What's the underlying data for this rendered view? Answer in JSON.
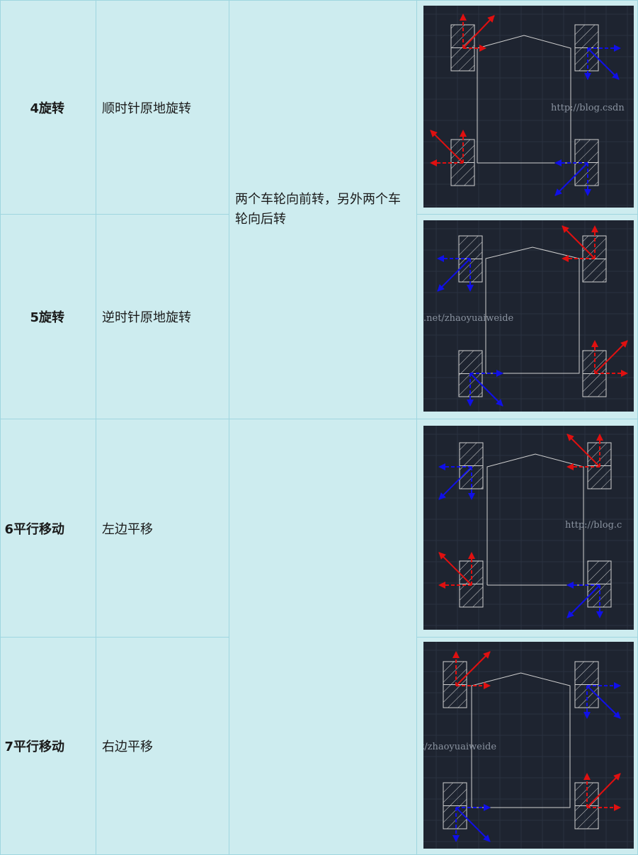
{
  "rows": [
    {
      "mode": "4旋转",
      "description": "顺时针原地旋转",
      "diagram": {
        "icon": "clockwise-rotation-wheel-diagram",
        "watermark": "http://blog.csdn"
      }
    },
    {
      "mode": "5旋转",
      "description": "逆时针原地旋转",
      "diagram": {
        "icon": "counterclockwise-rotation-wheel-diagram",
        "watermark": ".net/zhaoyuaiweide"
      }
    },
    {
      "mode": "6平行移动",
      "description": "左边平移",
      "diagram": {
        "icon": "left-translation-wheel-diagram",
        "watermark": "http://blog.c"
      }
    },
    {
      "mode": "7平行移动",
      "description": "右边平移",
      "diagram": {
        "icon": "right-translation-wheel-diagram",
        "watermark": "t/zhaoyuaiweide"
      }
    }
  ],
  "wheel_motion_rotation": "两个车轮向前转，另外两个车轮向后转",
  "wheel_motion_translation": "",
  "colors": {
    "background": "#cdecef",
    "border": "#9fd6e0",
    "diagram_bg": "#1e2430",
    "arrow_red": "#e01010",
    "arrow_blue": "#1010e8",
    "line": "#d0d0d0"
  }
}
